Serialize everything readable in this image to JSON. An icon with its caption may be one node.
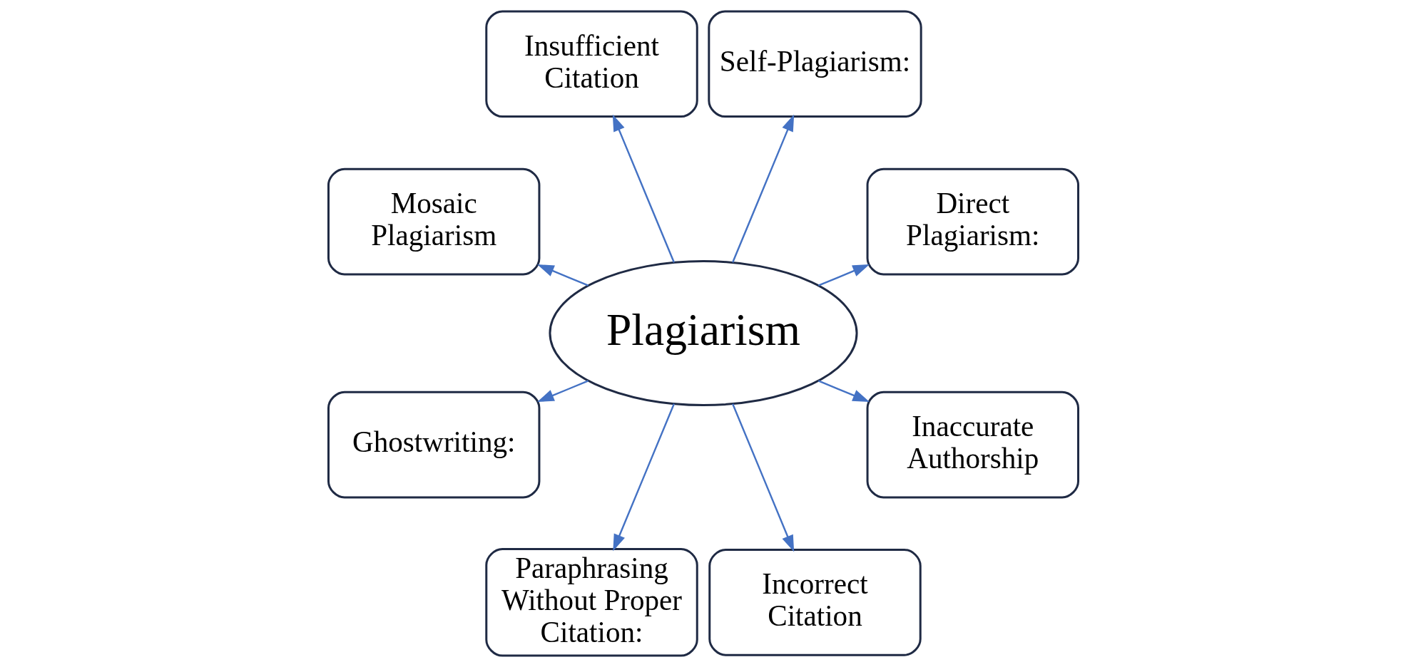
{
  "diagram": {
    "nodes": [
      {
        "text": [
          "Plagiarism"
        ]
      },
      {
        "text": [
          "Direct Plagiarism:"
        ]
      },
      {
        "text": [
          "Self-Plagiarism:"
        ]
      },
      {
        "text": [
          "Insufficient Citation"
        ]
      },
      {
        "text": [
          "Mosaic Plagiarism"
        ]
      },
      {
        "text": [
          "Ghostwriting:"
        ]
      },
      {
        "text": [
          "Paraphrasing Without Proper Citation:"
        ]
      },
      {
        "text": [
          "Incorrect Citation"
        ]
      },
      {
        "text": [
          "Inaccurate Authorship"
        ]
      }
    ],
    "edges": [
      {
        "from": 0,
        "to": 1,
        "arrow": "to"
      },
      {
        "from": 0,
        "to": 2,
        "arrow": "to"
      },
      {
        "from": 0,
        "to": 3,
        "arrow": "to"
      },
      {
        "from": 0,
        "to": 4,
        "arrow": "to"
      },
      {
        "from": 0,
        "to": 5,
        "arrow": "to"
      },
      {
        "from": 0,
        "to": 6,
        "arrow": "to"
      },
      {
        "from": 0,
        "to": 7,
        "arrow": "to"
      },
      {
        "from": 0,
        "to": 8,
        "arrow": "to"
      }
    ]
  }
}
